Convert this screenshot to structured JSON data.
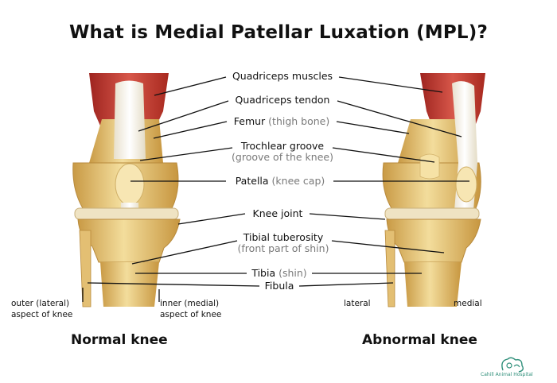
{
  "title": "What is Medial Patellar Luxation (MPL)?",
  "labels": {
    "quadriceps_muscles": "Quadriceps muscles",
    "quadriceps_tendon": "Quadriceps tendon",
    "femur": "Femur",
    "femur_sub": "(thigh bone)",
    "trochlear_groove": "Trochlear groove",
    "trochlear_groove_sub": "(groove of the knee)",
    "patella": "Patella",
    "patella_sub": "(knee cap)",
    "knee_joint": "Knee joint",
    "tibial_tuberosity": "Tibial tuberosity",
    "tibial_tuberosity_sub": "(front part of shin)",
    "tibia": "Tibia",
    "tibia_sub": "(shin)",
    "fibula": "Fibula"
  },
  "aspects": {
    "normal_outer": "outer (lateral)",
    "normal_outer_2": "aspect of knee",
    "normal_inner": "inner (medial)",
    "normal_inner_2": "aspect of knee",
    "abnormal_lateral": "lateral",
    "abnormal_medial": "medial"
  },
  "captions": {
    "normal": "Normal knee",
    "abnormal": "Abnormal knee"
  },
  "logo": {
    "text": "Cahill Animal Hospital"
  },
  "colors": {
    "bone": "#e9c87d",
    "bone_light": "#f8ebbd",
    "muscle": "#b8332b",
    "tendon": "#f2ede2",
    "line": "#111111",
    "sub_text": "#7a7a7a"
  }
}
